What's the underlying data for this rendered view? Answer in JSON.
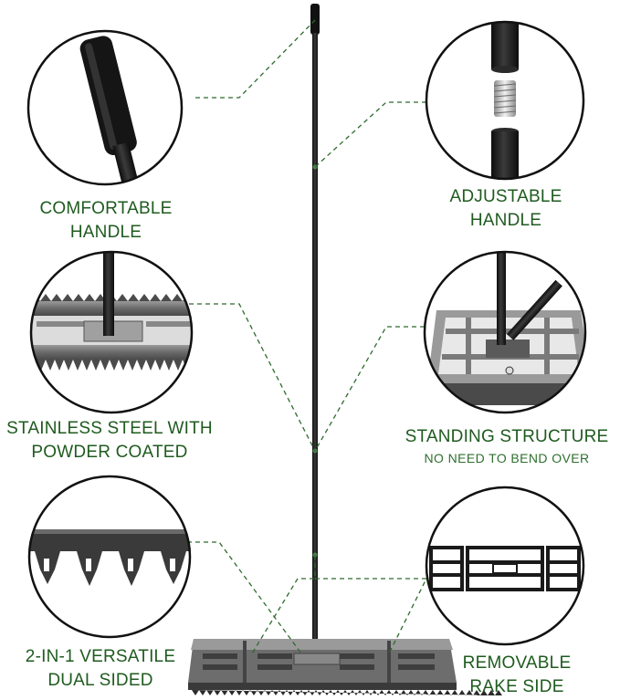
{
  "features": {
    "comfortable_handle": {
      "line1": "COMFORTABLE",
      "line2": "HANDLE"
    },
    "adjustable_handle": {
      "line1": "ADJUSTABLE",
      "line2": "HANDLE"
    },
    "stainless_steel": {
      "line1": "STAINLESS STEEL WITH",
      "line2": "POWDER COATED"
    },
    "standing_structure": {
      "line1": "STANDING STRUCTURE",
      "line2": "NO NEED TO BEND OVER"
    },
    "versatile": {
      "line1": "2-IN-1 VERSATILE",
      "line2": "DUAL SIDED"
    },
    "removable": {
      "line1": "REMOVABLE",
      "line2": "RAKE SIDE"
    }
  },
  "colors": {
    "accent": "#1f5b1f",
    "callout_line": "#2e6b2e",
    "metal_dark": "#1b1b1b",
    "metal_mid": "#5d5d5d",
    "metal_light": "#a9a9a9"
  }
}
